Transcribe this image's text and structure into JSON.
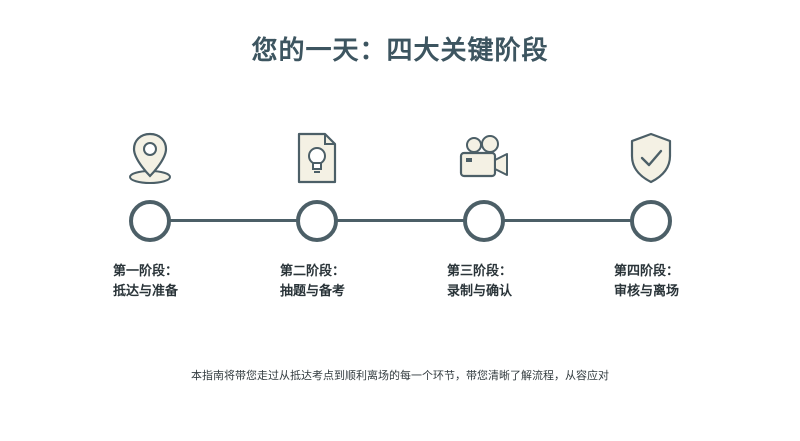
{
  "title": "您的一天：四大关键阶段",
  "stages": [
    {
      "label_line1": "第一阶段：",
      "label_line2": "抵达与准备",
      "icon": "location-pin-icon"
    },
    {
      "label_line1": "第二阶段：",
      "label_line2": "抽题与备考",
      "icon": "document-lightbulb-icon"
    },
    {
      "label_line1": "第三阶段：",
      "label_line2": "录制与确认",
      "icon": "video-camera-icon"
    },
    {
      "label_line1": "第四阶段：",
      "label_line2": "审核与离场",
      "icon": "shield-check-icon"
    }
  ],
  "footer": "本指南将带您走过从抵达考点到顺利离场的每一个环节，带您清晰了解流程，从容应对",
  "colors": {
    "accent": "#4c5f67",
    "icon_fill": "#f4f1e4",
    "title": "#3d5560"
  }
}
